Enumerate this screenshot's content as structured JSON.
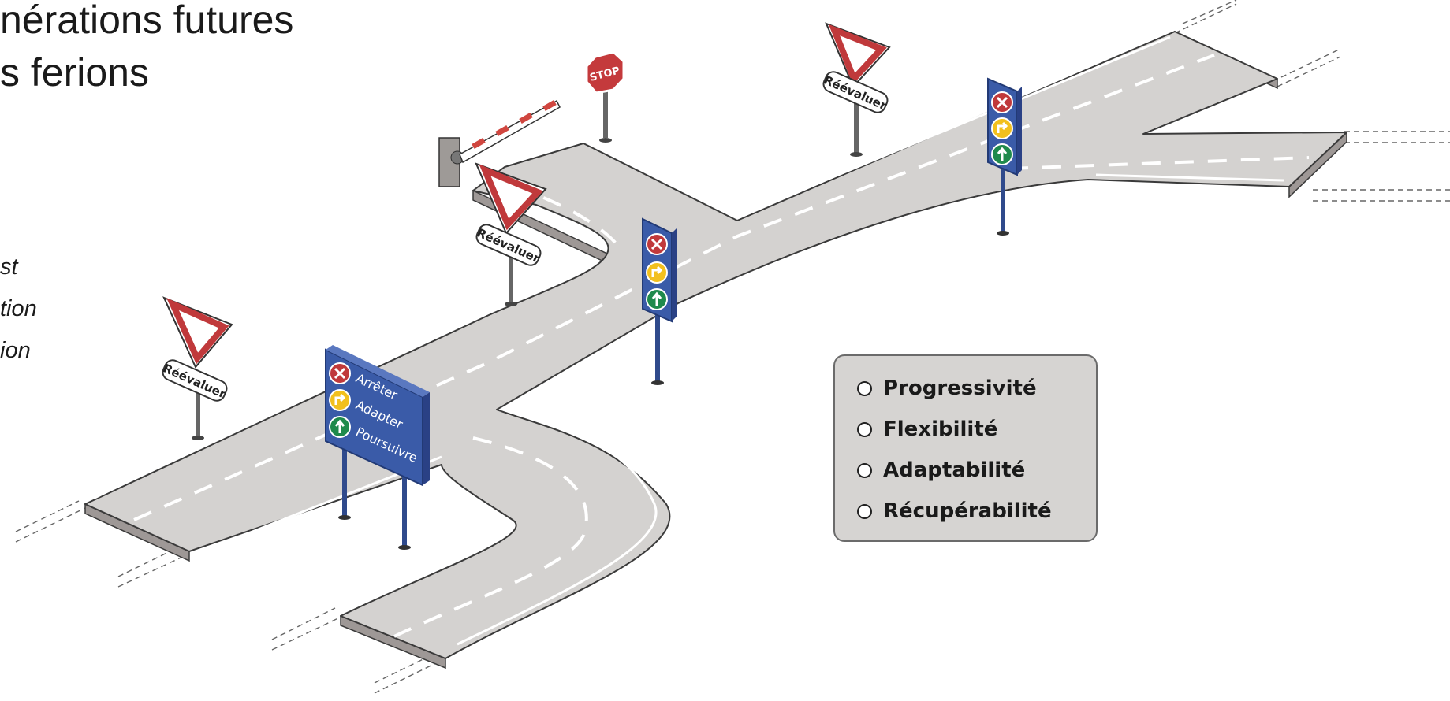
{
  "heading": {
    "line1": "nérations futures",
    "line2": "s ferions"
  },
  "side_text": [
    "st",
    "tion",
    "ion"
  ],
  "signs": {
    "reevaluer": "Réévaluer",
    "stop": "STOP",
    "panel": [
      "Arrêter",
      "Adapter",
      "Poursuivre"
    ]
  },
  "legend": {
    "items": [
      "Progressivité",
      "Flexibilité",
      "Adaptabilité",
      "Récupérabilité"
    ]
  },
  "colors": {
    "road": "#d4d2d0",
    "road_edge": "#9e9896",
    "sign_blue": "#3a5ba8",
    "red": "#c0393b",
    "yellow": "#f2c01e",
    "green": "#1f8a4c"
  }
}
